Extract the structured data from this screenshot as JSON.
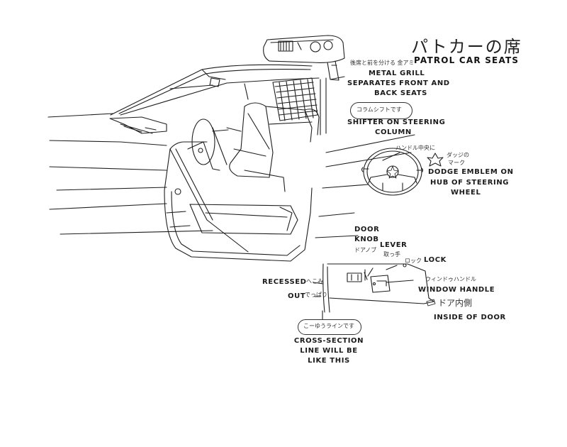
{
  "title": {
    "jp": "パトカーの席",
    "en": "PATROL CAR SEATS"
  },
  "notes": {
    "grill": {
      "jp": "後席と前を分ける 金アミ",
      "en": [
        "METAL GRILL",
        "SEPARATES FRONT AND",
        "BACK SEATS"
      ]
    },
    "shifter": {
      "jp": "コラムシフトです",
      "en": [
        "SHIFTER ON STEERING",
        "COLUMN"
      ]
    },
    "wheel": {
      "jp": "ハンドル中央に",
      "emblem_jp": [
        "ダッジの",
        "マーク"
      ],
      "en": [
        "DODGE EMBLEM ON",
        "HUB OF STEERING",
        "WHEEL"
      ]
    },
    "door_knob": {
      "en": [
        "DOOR",
        "KNOB"
      ],
      "jp": "ドアノブ"
    },
    "lever": {
      "en": "LEVER",
      "jp": "取っ手"
    },
    "lock": {
      "jp": "ロック",
      "en": "LOCK"
    },
    "window_handle": {
      "jp": "ウィンドゥハンドル",
      "en": "WINDOW HANDLE"
    },
    "recessed": {
      "en": "RECESSED",
      "jp": "へこみ"
    },
    "out": {
      "en": "OUT",
      "jp": "でっぱり"
    },
    "inside_door": {
      "jp": "ドア内側",
      "en": "INSIDE OF DOOR"
    },
    "cross_section": {
      "jp": "こーゆうラインです",
      "en": [
        "CROSS-SECTION",
        "LINE WILL BE",
        "LIKE THIS"
      ]
    }
  }
}
